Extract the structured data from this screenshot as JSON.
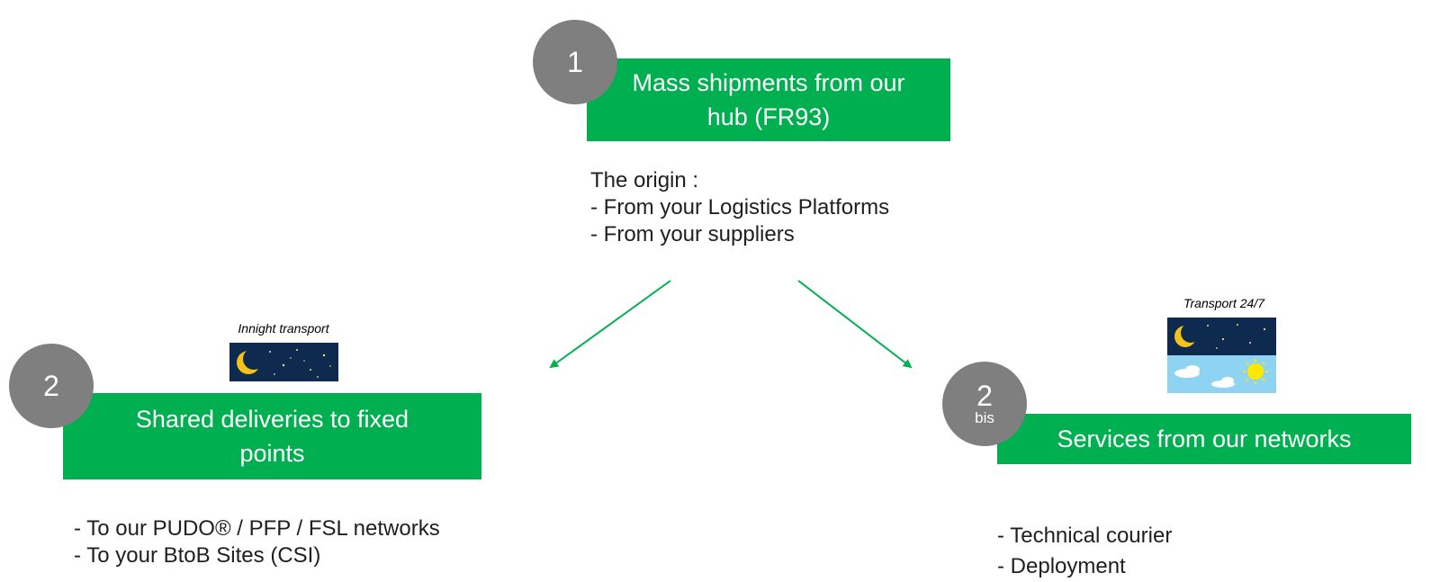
{
  "step1": {
    "number": "1",
    "title_line1": "Mass shipments from our",
    "title_line2": "hub (FR93)",
    "origin_lines": [
      "The origin :",
      "- From your Logistics Platforms",
      "- From your suppliers"
    ]
  },
  "step2": {
    "number": "2",
    "caption": "Innight transport",
    "image_icon": "night-sky-moon-icon",
    "title_line1": "Shared deliveries to fixed",
    "title_line2": "points",
    "items": [
      "- To our PUDO® / PFP / FSL networks",
      "- To your BtoB Sites (CSI)"
    ]
  },
  "step2bis": {
    "number": "2",
    "sub": "bis",
    "caption": "Transport 24/7",
    "image_icon": "night-day-sky-icon",
    "title": "Services from our networks",
    "items": [
      "- Technical courier",
      "- Deployment"
    ]
  },
  "colors": {
    "green": "#00b050",
    "circle": "#7f7f7f",
    "arrow": "#00b050"
  }
}
